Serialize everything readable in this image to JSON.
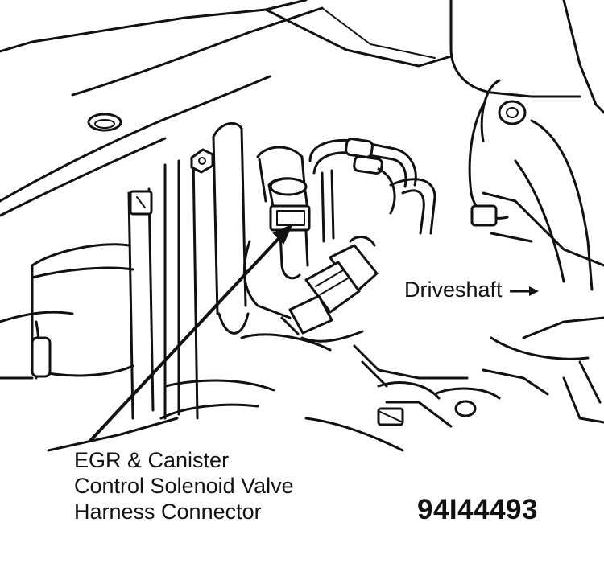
{
  "callout": {
    "line1": "EGR & Canister",
    "line2": "Control Solenoid Valve",
    "line3": "Harness Connector"
  },
  "direction_label": "Driveshaft",
  "figure_id": "94I44493"
}
